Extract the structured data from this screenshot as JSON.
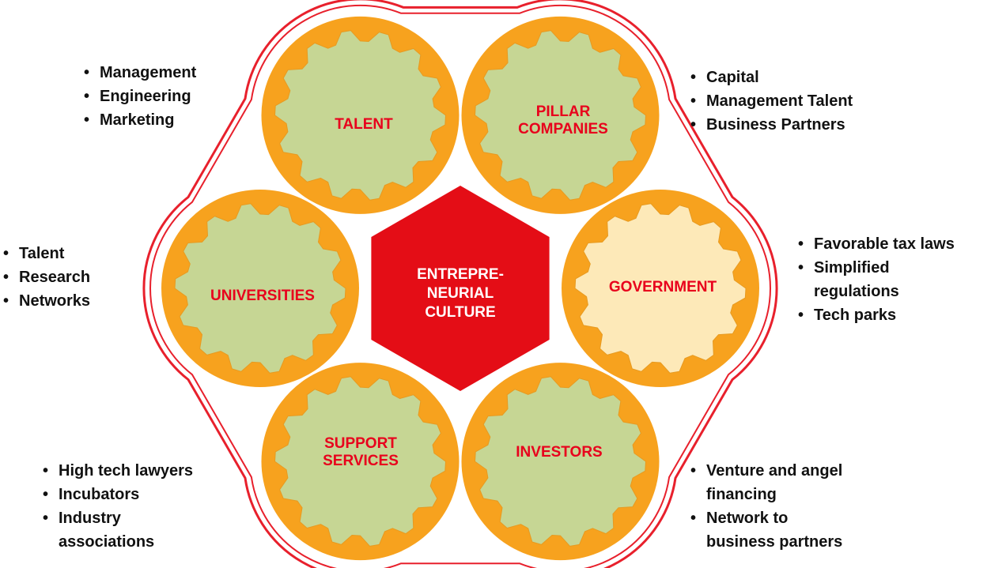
{
  "colors": {
    "outline": "#e8202c",
    "gear_fill": "#f7a21e",
    "gear_body": "#c6d694",
    "gear_body_highlight": "#fde9b8",
    "hexagon": "#e40d16",
    "label": "#e8001c",
    "bullet_text": "#111111"
  },
  "center": {
    "label": "ENTREPRE-\nNEURIAL\nCULTURE"
  },
  "gears": [
    {
      "id": "talent",
      "label": "TALENT",
      "icon": "gear"
    },
    {
      "id": "pillar",
      "label": "PILLAR\nCOMPANIES",
      "icon": "gear"
    },
    {
      "id": "government",
      "label": "GOVERNMENT",
      "icon": "gear",
      "highlight": true
    },
    {
      "id": "investors",
      "label": "INVESTORS",
      "icon": "gear"
    },
    {
      "id": "support",
      "label": "SUPPORT\nSERVICES",
      "icon": "gear"
    },
    {
      "id": "universities",
      "label": "UNIVERSITIES",
      "icon": "gear"
    }
  ],
  "bullets": {
    "talent": [
      "Management",
      "Engineering",
      "Marketing"
    ],
    "pillar": [
      "Capital",
      "Management Talent",
      "Business Partners"
    ],
    "government": [
      "Favorable tax laws",
      "Simplified\nregulations",
      "Tech parks"
    ],
    "universities": [
      "Talent",
      "Research",
      "Networks"
    ],
    "support": [
      "High tech lawyers",
      "Incubators",
      "Industry\nassociations"
    ],
    "investors": [
      "Venture and angel\nfinancing",
      "Network to\nbusiness partners"
    ]
  }
}
